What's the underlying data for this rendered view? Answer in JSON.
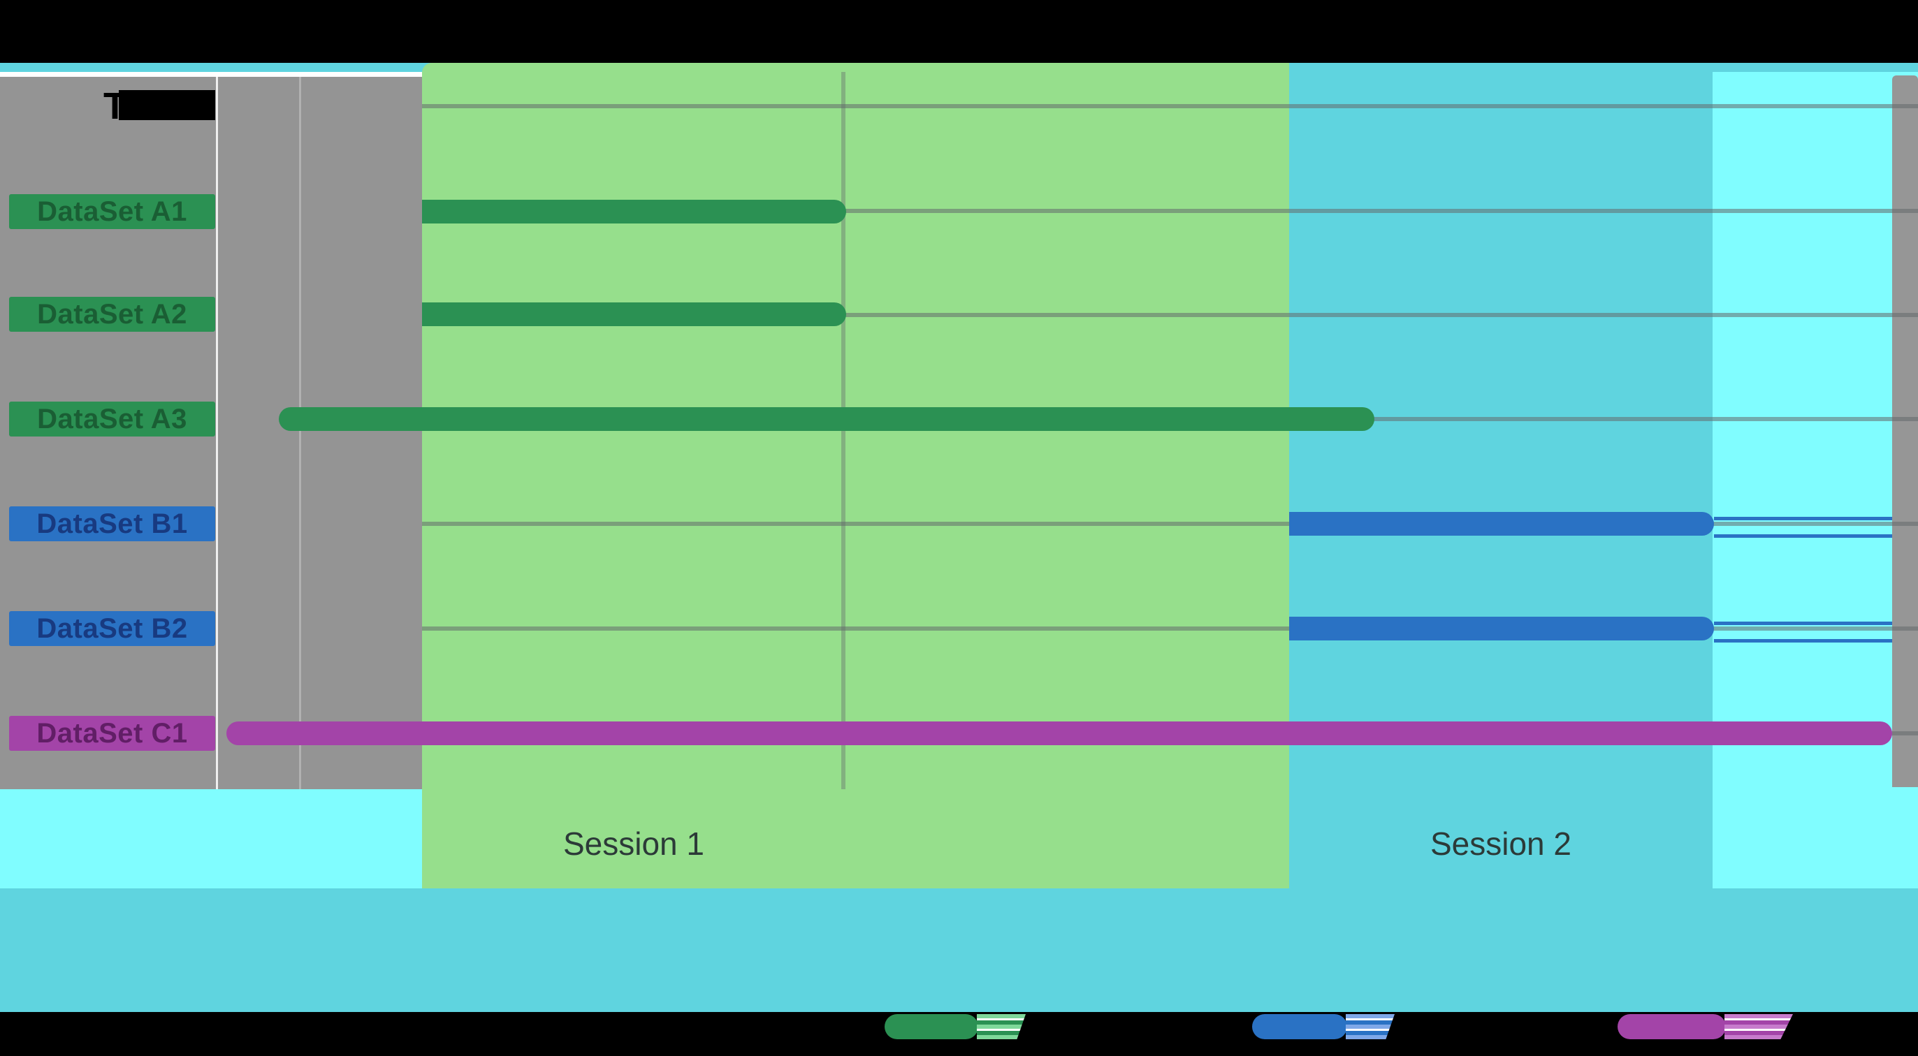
{
  "header": {
    "visible_text": "T"
  },
  "rows": [
    {
      "label": "DataSet A1",
      "series": "A",
      "label_bg": "#2B9153",
      "label_text_color": "#1A5E34"
    },
    {
      "label": "DataSet A2",
      "series": "A",
      "label_bg": "#2B9153",
      "label_text_color": "#1A5E34"
    },
    {
      "label": "DataSet A3",
      "series": "A",
      "label_bg": "#2B9153",
      "label_text_color": "#1A5E34"
    },
    {
      "label": "DataSet B1",
      "series": "B",
      "label_bg": "#2A72C4",
      "label_text_color": "#183A80"
    },
    {
      "label": "DataSet B2",
      "series": "B",
      "label_bg": "#2A72C4",
      "label_text_color": "#183A80"
    },
    {
      "label": "DataSet C1",
      "series": "C",
      "label_bg": "#A344A8",
      "label_text_color": "#611E66"
    }
  ],
  "sessions": [
    {
      "label": "Session 1",
      "band_color": "#96DF8C"
    },
    {
      "label": "Session 2",
      "band_color": "#5FD4DF"
    }
  ],
  "legend": {
    "labels_visible": false,
    "items": [
      {
        "name": "series-a-swatch",
        "color": "#2B9153"
      },
      {
        "name": "series-b-swatch",
        "color": "#2A72C4"
      },
      {
        "name": "series-c-swatch",
        "color": "#A344A8"
      }
    ]
  },
  "colors": {
    "page_background": "#000000",
    "cyan_strip_and_bands": "#5FD4DF",
    "bright_cyan_column": "#80FDFF",
    "left_panel_gray": "#949494",
    "right_column_gray": "#969696",
    "session1_green": "#96DF8C",
    "gridline_gray": "#696C6C",
    "bar_green": "#2B9153",
    "bar_blue": "#2A72C4",
    "bar_purple": "#A344A8"
  },
  "chart_data": {
    "type": "gantt",
    "title": "",
    "time_axis_labels_visible": false,
    "rows": [
      "DataSet A1",
      "DataSet A2",
      "DataSet A3",
      "DataSet B1",
      "DataSet B2",
      "DataSet C1"
    ],
    "bars": [
      {
        "row": "DataSet A1",
        "series": "A",
        "color": "#2B9153",
        "start_frac": 0.12,
        "end_frac": 0.37,
        "during": "Session 1"
      },
      {
        "row": "DataSet A2",
        "series": "A",
        "color": "#2B9153",
        "start_frac": 0.12,
        "end_frac": 0.37,
        "during": "Session 1"
      },
      {
        "row": "DataSet A3",
        "series": "A",
        "color": "#2B9153",
        "start_frac": 0.04,
        "end_frac": 0.68,
        "during": "starts before Session 1, ends inside Session 2"
      },
      {
        "row": "DataSet B1",
        "series": "B",
        "color": "#2A72C4",
        "start_frac": 0.63,
        "end_frac": 0.88,
        "during": "Session 2"
      },
      {
        "row": "DataSet B2",
        "series": "B",
        "color": "#2A72C4",
        "start_frac": 0.63,
        "end_frac": 0.88,
        "during": "Session 2"
      },
      {
        "row": "DataSet C1",
        "series": "C",
        "color": "#A344A8",
        "start_frac": 0.01,
        "end_frac": 0.98,
        "during": "spans Session 1 and Session 2"
      }
    ],
    "session_bands": [
      {
        "label": "Session 1",
        "start_frac": 0.12,
        "end_frac": 0.63,
        "color": "#96DF8C"
      },
      {
        "label": "Session 2",
        "start_frac": 0.63,
        "end_frac": 0.88,
        "color": "#5FD4DF"
      }
    ],
    "gridlines": {
      "horizontal_rows": 7,
      "vertical_at_frac": 0.37,
      "style": "gray"
    },
    "legend_position": "bottom"
  }
}
